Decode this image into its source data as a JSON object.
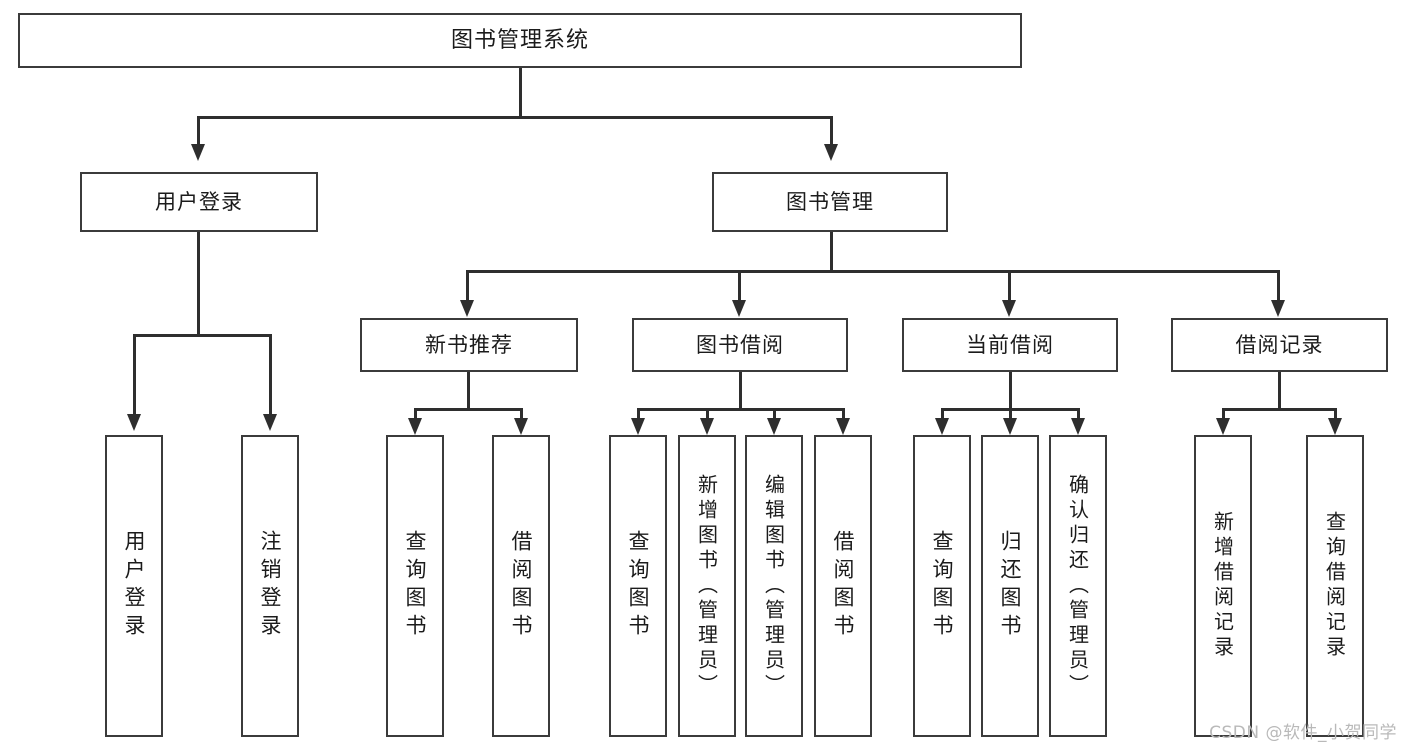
{
  "diagram": {
    "title": "图书管理系统",
    "type": "hierarchy-tree",
    "root": {
      "label": "图书管理系统"
    },
    "level2": [
      {
        "label": "用户登录"
      },
      {
        "label": "图书管理"
      }
    ],
    "level3": [
      {
        "label": "新书推荐"
      },
      {
        "label": "图书借阅"
      },
      {
        "label": "当前借阅"
      },
      {
        "label": "借阅记录"
      }
    ],
    "leaves": {
      "user_login": [
        {
          "label": "用户登录"
        },
        {
          "label": "注销登录"
        }
      ],
      "new_book_recommend": [
        {
          "label": "查询图书"
        },
        {
          "label": "借阅图书"
        }
      ],
      "book_borrow": [
        {
          "label": "查询图书"
        },
        {
          "label": "新增图书（管理员）"
        },
        {
          "label": "编辑图书（管理员）"
        },
        {
          "label": "借阅图书"
        }
      ],
      "current_borrow": [
        {
          "label": "查询图书"
        },
        {
          "label": "归还图书"
        },
        {
          "label": "确认归还（管理员）"
        }
      ],
      "borrow_record": [
        {
          "label": "新增借阅记录"
        },
        {
          "label": "查询借阅记录"
        }
      ]
    }
  },
  "watermark": {
    "text": "CSDN @软件_小贺同学"
  },
  "colors": {
    "box_border": "#3b3b3b",
    "line": "#2e2e2e",
    "text": "#1b1b1b",
    "background": "#ffffff",
    "watermark": "#b9b9b9"
  }
}
